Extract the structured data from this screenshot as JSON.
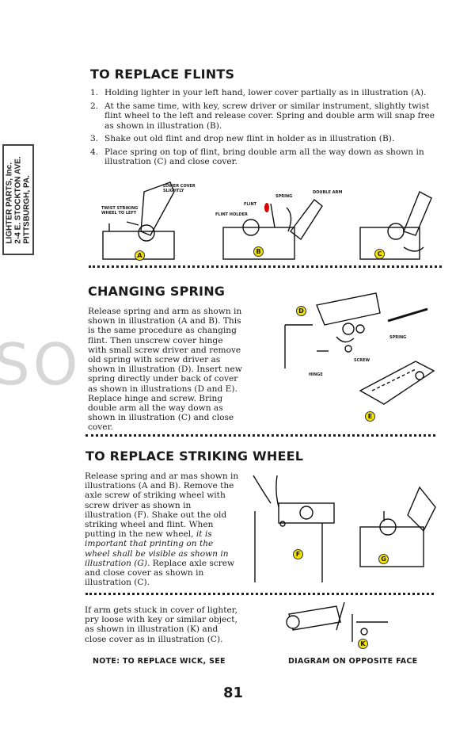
{
  "stamp": {
    "line1": "LIGHTER PARTS, Inc.",
    "line2": "2-4 E. STOCKTON AVE.",
    "line3": "PITTSBURGH, PA."
  },
  "watermark": "SO",
  "sections": {
    "flints": {
      "title": "TO REPLACE FLINTS",
      "steps": [
        {
          "num": "1.",
          "text": "Holding lighter in your left hand, lower cover partially as in illustration (A)."
        },
        {
          "num": "2.",
          "text": "At the same time, with key, screw driver or similar instrument, slightly twist flint wheel to the left and release cover. Spring and double arm will snap free as shown in illustration (B)."
        },
        {
          "num": "3.",
          "text": "Shake out old flint and drop new flint in holder as in illustration (B)."
        },
        {
          "num": "4.",
          "text": "Place spring on top of flint, bring double arm all the way down as shown in illustration (C) and close cover."
        }
      ],
      "labels": {
        "lower_cover": "LOWER COVER SLIGHTLY",
        "twist_wheel": "TWIST STRIKING WHEEL TO LEFT",
        "flint": "FLINT",
        "spring": "SPRING",
        "double_arm": "DOUBLE ARM",
        "flint_holder": "FLINT HOLDER"
      },
      "markers": [
        "A",
        "B",
        "C"
      ]
    },
    "spring": {
      "title": "CHANGING SPRING",
      "text": "Release spring and arm as shown in shown in illustration (A and B). This is the same procedure as changing flint. Then unscrew cover hinge with small screw driver and remove old spring with screw driver as shown in illustration (D). Insert new spring directly under back of cover as shown in illustrations (D and E). Replace hinge and screw. Bring double arm all the way down as shown in illustration (C) and close cover.",
      "labels": {
        "spring": "SPRING",
        "screw": "SCREW",
        "hinge": "HINGE"
      },
      "markers": [
        "D",
        "E"
      ]
    },
    "wheel": {
      "title": "TO REPLACE STRIKING WHEEL",
      "text_a": "Release spring and ar mas shown in illustrations (A and B). Remove the axle screw of striking wheel with screw driver as shown in illustration (F). Shake out the old striking wheel and flint. When putting in the new wheel, ",
      "text_em": "it is important that printing on the wheel shall be visible as shown in illustration (G).",
      "text_b": " Replace axle screw and close cover as shown in illustration (C).",
      "markers": [
        "F",
        "G"
      ]
    },
    "stuck": {
      "text": "If arm gets stuck in cover of lighter, pry loose with key or similar object, as shown in illustration (K) and close cover as in illustration (C).",
      "marker": "K"
    }
  },
  "note": {
    "left": "NOTE: TO REPLACE WICK, SEE",
    "right": "DIAGRAM ON OPPOSITE FACE"
  },
  "page_number": "81"
}
